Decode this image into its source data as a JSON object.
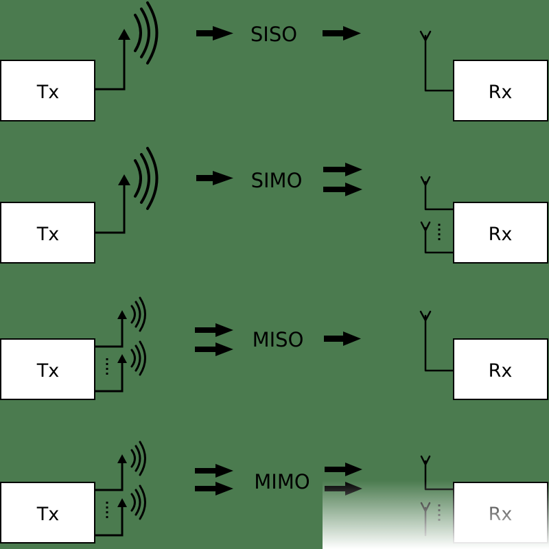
{
  "rows": [
    {
      "mode": "SISO",
      "tx": "Tx",
      "rx": "Rx"
    },
    {
      "mode": "SIMO",
      "tx": "Tx",
      "rx": "Rx"
    },
    {
      "mode": "MISO",
      "tx": "Tx",
      "rx": "Rx"
    },
    {
      "mode": "MIMO",
      "tx": "Tx",
      "rx": "Rx"
    }
  ]
}
